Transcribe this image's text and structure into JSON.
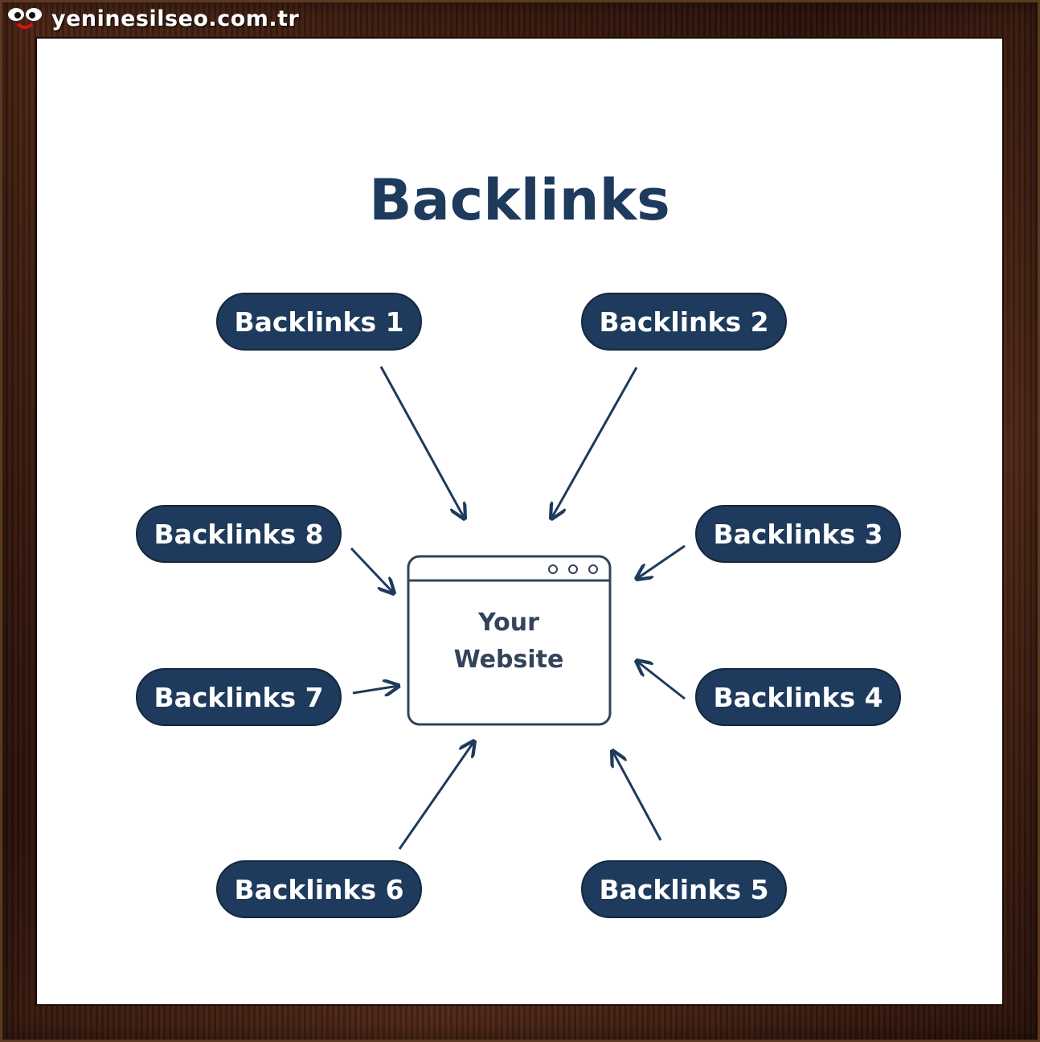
{
  "watermark": {
    "text": "yeninesilseo.com.tr",
    "logo_icon": "cartoon-eyes-logo"
  },
  "diagram": {
    "title": "Backlinks",
    "center": {
      "line1": "Your",
      "line2": "Website",
      "icon": "browser-window-icon"
    },
    "nodes": [
      {
        "label": "Backlinks 1"
      },
      {
        "label": "Backlinks 2"
      },
      {
        "label": "Backlinks 3"
      },
      {
        "label": "Backlinks 4"
      },
      {
        "label": "Backlinks 5"
      },
      {
        "label": "Backlinks 6"
      },
      {
        "label": "Backlinks 7"
      },
      {
        "label": "Backlinks 8"
      }
    ],
    "colors": {
      "pill": "#1e3a5c",
      "text": "#ffffff",
      "line": "#1e3a5c",
      "frame": "#3a1a0e"
    }
  }
}
